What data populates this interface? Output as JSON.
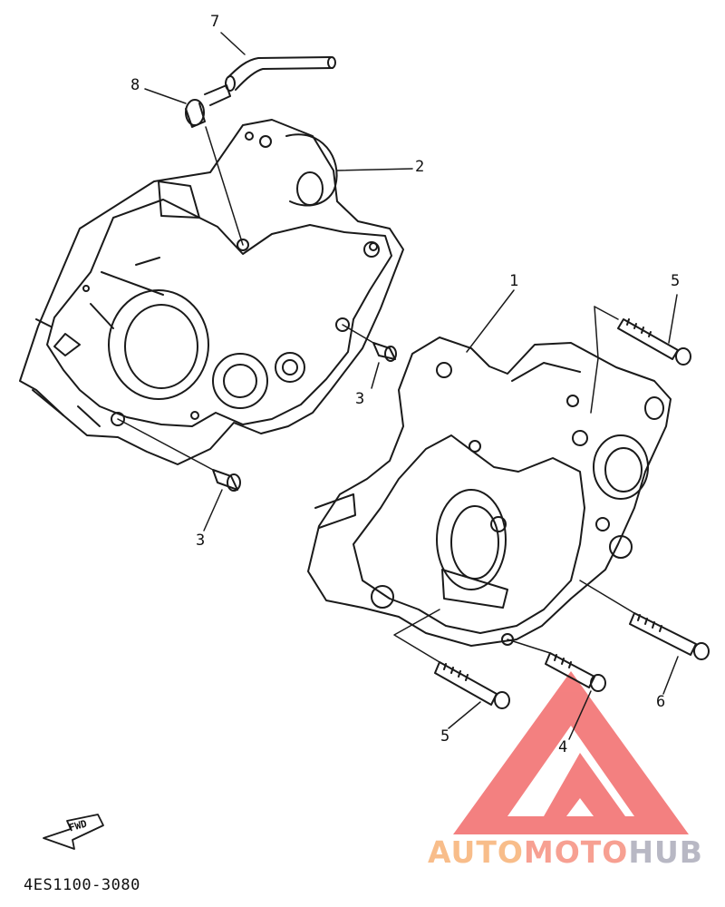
{
  "diagram": {
    "callouts": [
      "1",
      "2",
      "3",
      "3",
      "4",
      "5",
      "5",
      "6",
      "7",
      "8"
    ],
    "part_code": "4ES1100-3080",
    "fwd_label": "FWD"
  },
  "watermark": {
    "part1": "AUTO",
    "part2": "MOTO",
    "part3": "HUB",
    "colors": {
      "logo_red": "#f26a6a",
      "auto": "#f8bd8a",
      "moto": "#f7a092",
      "hub": "#b8b8c4"
    }
  }
}
